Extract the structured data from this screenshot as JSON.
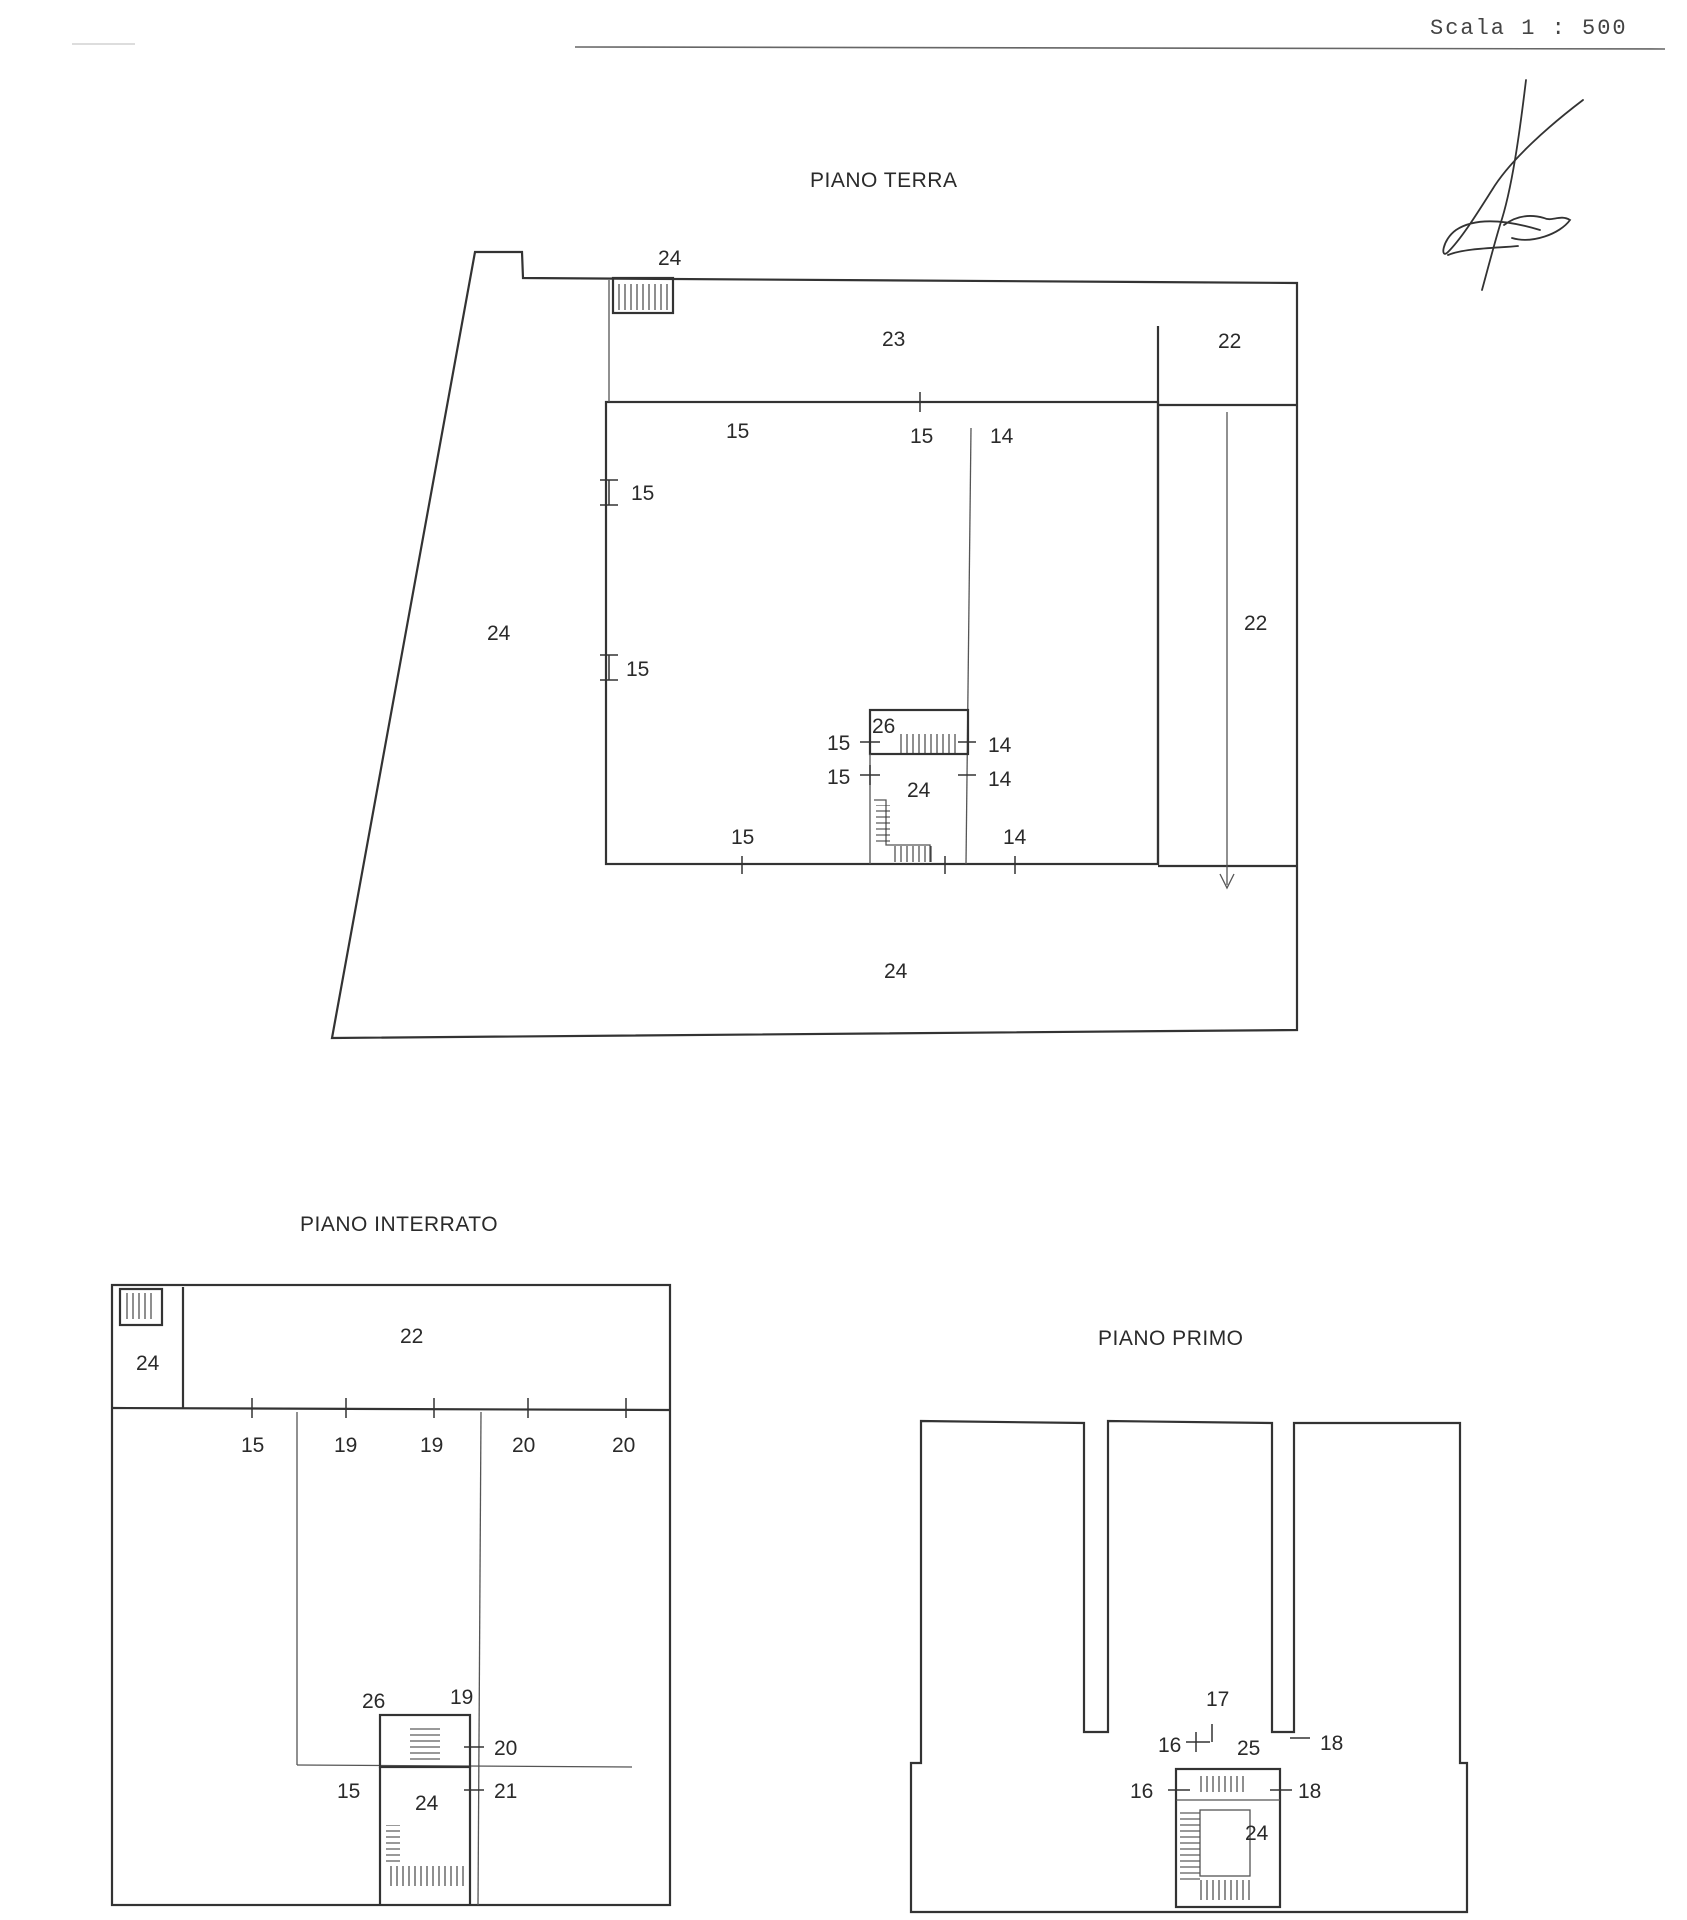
{
  "header": {
    "scale_text": "Scala 1 : 500"
  },
  "signature_icon": "signature",
  "piano_terra": {
    "title": "PIANO TERRA",
    "labels": {
      "stair_top": "24",
      "court_top": "23",
      "side_top": "22",
      "side_right": "22",
      "left_area": "24",
      "bottom_area": "24",
      "center": "24",
      "stair_mid": "26",
      "t1": "15",
      "t2": "15",
      "t3": "14",
      "l1": "15",
      "l2": "15",
      "m1": "15",
      "m2": "15",
      "r1": "14",
      "r2": "14",
      "b1": "15",
      "b2": "14"
    }
  },
  "piano_interrato": {
    "title": "PIANO INTERRATO",
    "labels": {
      "corner": "24",
      "top_band": "22",
      "d1": "15",
      "d2": "19",
      "d3": "19",
      "d4": "20",
      "d5": "20",
      "stair": "26",
      "s19": "19",
      "s20": "20",
      "s15": "15",
      "s21": "21",
      "center": "24"
    }
  },
  "piano_primo": {
    "title": "PIANO PRIMO",
    "labels": {
      "p17": "17",
      "p16a": "16",
      "p25": "25",
      "p18a": "18",
      "p16b": "16",
      "p18b": "18",
      "p24": "24"
    }
  }
}
